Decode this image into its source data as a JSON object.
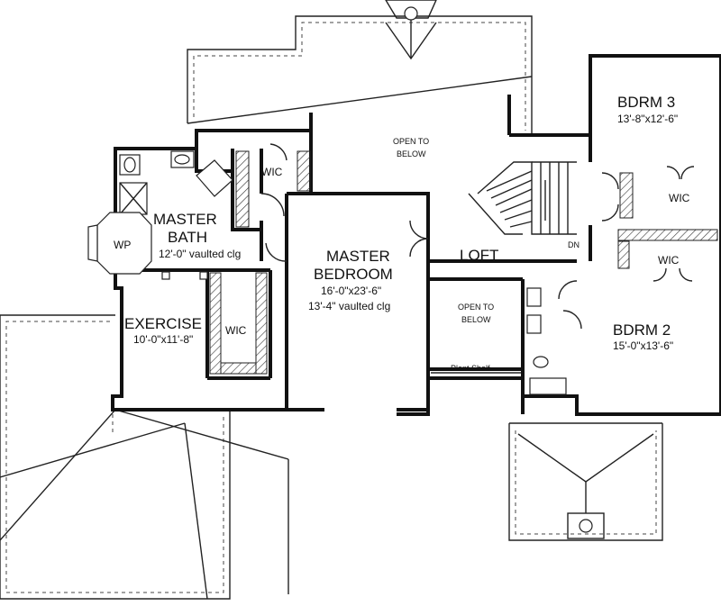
{
  "rooms": {
    "master_bath": {
      "name_line1": "MASTER",
      "name_line2": "BATH",
      "note": "12'-0\" vaulted clg",
      "tub": "WP"
    },
    "master_bedroom": {
      "name_line1": "MASTER",
      "name_line2": "BEDROOM",
      "dims": "16'-0\"x23'-6\"",
      "note": "13'-4\" vaulted clg"
    },
    "exercise": {
      "name": "EXERCISE",
      "dims": "10'-0\"x11'-8\""
    },
    "loft": {
      "name": "LOFT"
    },
    "bdrm3": {
      "name": "BDRM 3",
      "dims": "13'-8\"x12'-6\""
    },
    "bdrm2": {
      "name": "BDRM 2",
      "dims": "15'-0\"x13'-6\""
    },
    "open_top": {
      "line1": "OPEN TO",
      "line2": "BELOW"
    },
    "open_mid": {
      "line1": "OPEN TO",
      "line2": "BELOW"
    },
    "wic_bath": "WIC",
    "wic_exercise": "WIC",
    "wic_bdrm3": "WIC",
    "wic_bdrm2": "WIC",
    "plant_shelf": "Plant Shelf",
    "stair_dn": "DN"
  }
}
